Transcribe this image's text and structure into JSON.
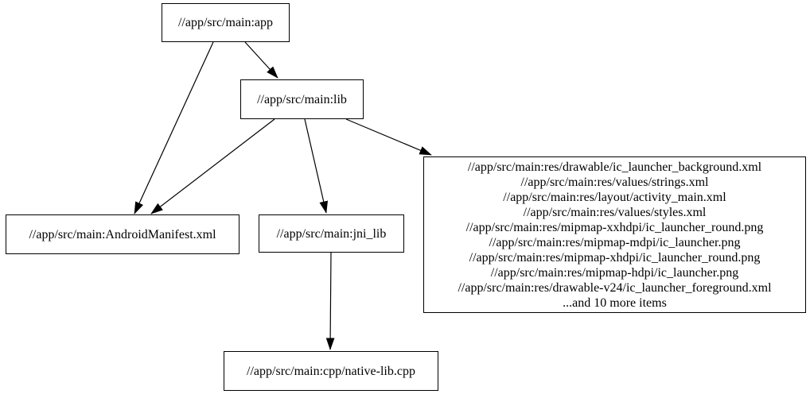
{
  "graph": {
    "type": "dependency-graph",
    "background_color": "#ffffff",
    "node_border_color": "#000000",
    "edge_color": "#000000",
    "text_color": "#000000",
    "nodes": {
      "app": {
        "label": "//app/src/main:app"
      },
      "lib": {
        "label": "//app/src/main:lib"
      },
      "manifest": {
        "label": "//app/src/main:AndroidManifest.xml"
      },
      "jni_lib": {
        "label": "//app/src/main:jni_lib"
      },
      "res_group": {
        "lines": [
          "//app/src/main:res/drawable/ic_launcher_background.xml",
          "//app/src/main:res/values/strings.xml",
          "//app/src/main:res/layout/activity_main.xml",
          "//app/src/main:res/values/styles.xml",
          "//app/src/main:res/mipmap-xxhdpi/ic_launcher_round.png",
          "//app/src/main:res/mipmap-mdpi/ic_launcher.png",
          "//app/src/main:res/mipmap-xhdpi/ic_launcher_round.png",
          "//app/src/main:res/mipmap-hdpi/ic_launcher.png",
          "//app/src/main:res/drawable-v24/ic_launcher_foreground.xml",
          "...and 10 more items"
        ]
      },
      "native_lib": {
        "label": "//app/src/main:cpp/native-lib.cpp"
      }
    },
    "edges": [
      {
        "from": "app",
        "to": "lib"
      },
      {
        "from": "app",
        "to": "manifest"
      },
      {
        "from": "lib",
        "to": "manifest"
      },
      {
        "from": "lib",
        "to": "jni_lib"
      },
      {
        "from": "lib",
        "to": "res_group"
      },
      {
        "from": "jni_lib",
        "to": "native_lib"
      }
    ]
  }
}
